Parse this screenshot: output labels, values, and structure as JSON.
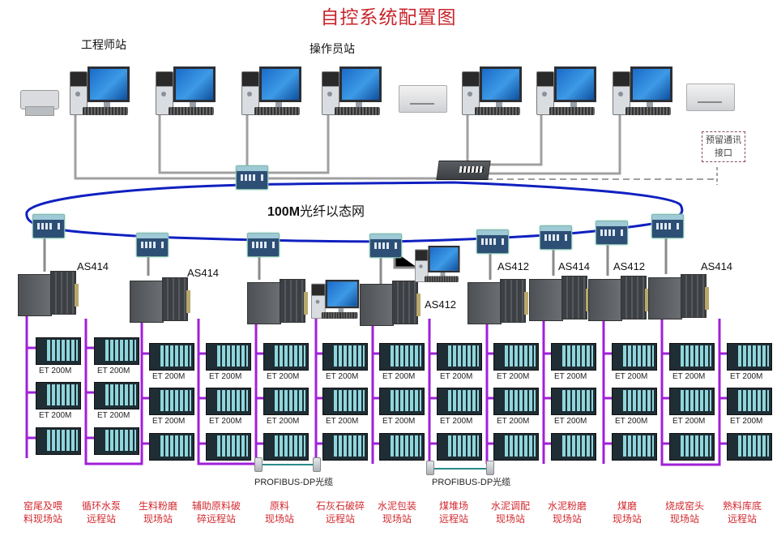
{
  "title": "自控系统配置图",
  "headers": {
    "engineer_station": "工程师站",
    "operator_station": "操作员站"
  },
  "network_label": {
    "bold": "100M",
    "rest": "光纤以态网"
  },
  "reserved_interface": "预留通讯接口",
  "plc_labels": [
    "AS414",
    "AS414",
    "AS412",
    "AS412",
    "AS414",
    "AS412",
    "AS414"
  ],
  "et_label": "ET 200M",
  "profibus_label": "PROFIBUS-DP光缆",
  "stations": [
    {
      "line1": "窑尾及喂",
      "line2": "料现场站"
    },
    {
      "line1": "循环水泵",
      "line2": "远程站"
    },
    {
      "line1": "生料粉磨",
      "line2": "现场站"
    },
    {
      "line1": "辅助原料破",
      "line2": "碎远程站"
    },
    {
      "line1": "原料",
      "line2": "现场站"
    },
    {
      "line1": "石灰石破碎",
      "line2": "远程站"
    },
    {
      "line1": "水泥包装",
      "line2": "现场站"
    },
    {
      "line1": "煤堆场",
      "line2": "远程站"
    },
    {
      "line1": "水泥调配",
      "line2": "现场站"
    },
    {
      "line1": "水泥粉磨",
      "line2": "现场站"
    },
    {
      "line1": "煤磨",
      "line2": "现场站"
    },
    {
      "line1": "烧成窑头",
      "line2": "现场站"
    },
    {
      "line1": "熟料库底",
      "line2": "远程站"
    }
  ],
  "colors": {
    "title": "#c8252c",
    "station_label": "#d22a2f",
    "ring": "#1020c0",
    "profibus": "#a020d8",
    "ethernet": "#a0a0a0",
    "dp_fiber": "#2a8a8a"
  }
}
